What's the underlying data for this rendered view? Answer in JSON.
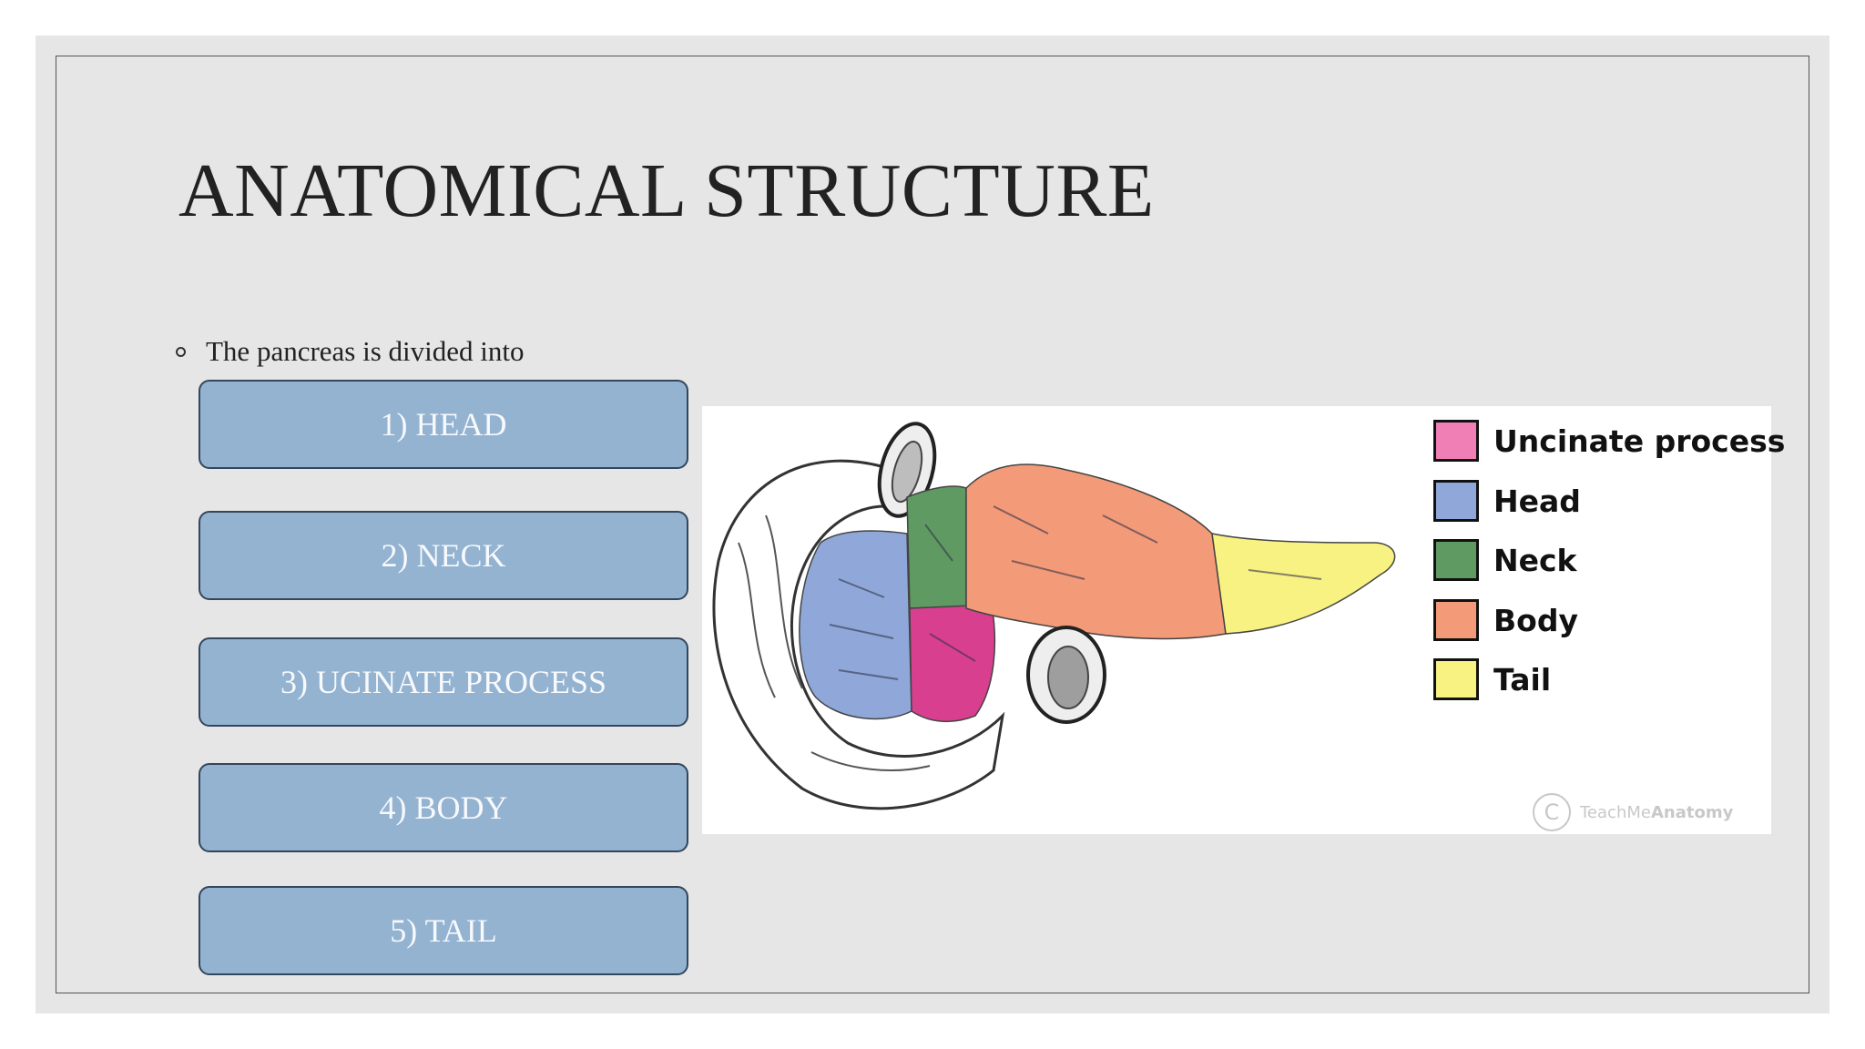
{
  "slide": {
    "title": "ANATOMICAL STRUCTURE",
    "bullet": "The pancreas is divided into",
    "parts": [
      {
        "label": "1) HEAD"
      },
      {
        "label": "2) NECK"
      },
      {
        "label": "3) UCINATE PROCESS"
      },
      {
        "label": "4) BODY"
      },
      {
        "label": "5) TAIL"
      }
    ]
  },
  "figure": {
    "legend": [
      {
        "label": "Uncinate process",
        "color": "#ef7fb4"
      },
      {
        "label": "Head",
        "color": "#8fa8d9"
      },
      {
        "label": "Neck",
        "color": "#5f9a62"
      },
      {
        "label": "Body",
        "color": "#f39a78"
      },
      {
        "label": "Tail",
        "color": "#f8f282"
      }
    ],
    "watermark": {
      "symbol": "C",
      "text_light": "TeachMe",
      "text_bold": "Anatomy"
    }
  },
  "colors": {
    "slide_background": "#e6e6e6",
    "box_fill": "#93b3d1",
    "box_border": "#34465c",
    "box_text": "#f7f9fc"
  }
}
